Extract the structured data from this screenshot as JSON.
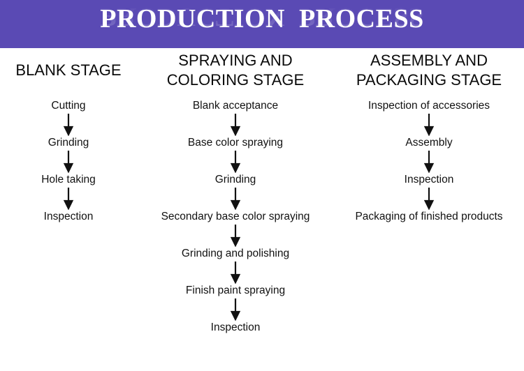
{
  "header": {
    "title": "PRODUCTION  PROCESS",
    "background_color": "#5A4AB4",
    "title_color": "#FFFFFF",
    "has_reflection": true
  },
  "columns": [
    {
      "heading": "BLANK STAGE",
      "heading_lines": [
        "BLANK STAGE"
      ],
      "steps": [
        "Cutting",
        "Grinding",
        "Hole taking",
        "Inspection"
      ]
    },
    {
      "heading": "SPRAYING AND\nCOLORING STAGE",
      "heading_lines": [
        "SPRAYING AND",
        "COLORING STAGE"
      ],
      "steps": [
        "Blank acceptance",
        "Base color spraying",
        "Grinding",
        "Secondary base color spraying",
        "Grinding and polishing",
        "Finish paint spraying",
        "Inspection"
      ]
    },
    {
      "heading": "ASSEMBLY AND\nPACKAGING STAGE",
      "heading_lines": [
        "ASSEMBLY AND",
        "PACKAGING STAGE"
      ],
      "steps": [
        "Inspection of accessories",
        "Assembly",
        "Inspection",
        "Packaging of finished products"
      ]
    }
  ],
  "icons": {
    "arrow": "down-arrow-icon"
  }
}
